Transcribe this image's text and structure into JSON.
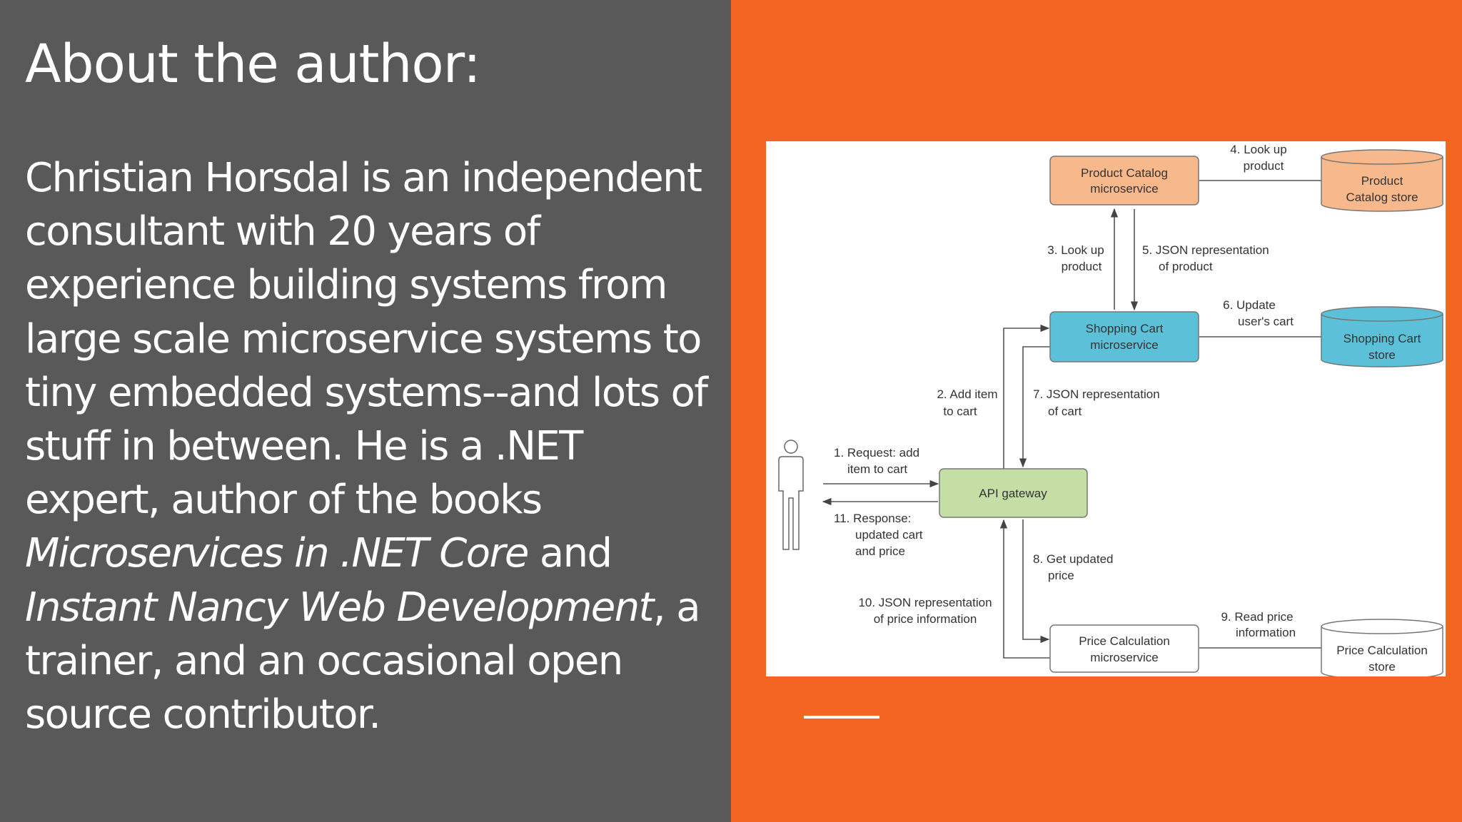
{
  "slide": {
    "title": "About the author:",
    "bio": {
      "part1": "Christian Horsdal is an independent consultant with 20 years of experience building systems from large scale microservice systems to tiny embedded systems--and lots of stuff in between. He is a .NET expert, author of the books ",
      "book1": "Microservices in .NET Core",
      "part2": " and ",
      "book2": "Instant Nancy Web Development",
      "part3": ", a trainer, and an occasional open source contributor."
    }
  },
  "colors": {
    "left_panel": "#595959",
    "right_panel": "#f46524",
    "catalog_fill": "#f7b98c",
    "cart_fill": "#5bc0d8",
    "gateway_fill": "#c5dea6",
    "plain_fill": "#ffffff"
  },
  "diagram": {
    "nodes": {
      "product_catalog": [
        "Product Catalog",
        "microservice"
      ],
      "product_catalog_store": [
        "Product",
        "Catalog store"
      ],
      "shopping_cart": [
        "Shopping Cart",
        "microservice"
      ],
      "shopping_cart_store": [
        "Shopping Cart",
        "store"
      ],
      "api_gateway": "API gateway",
      "price_calculation": [
        "Price Calculation",
        "microservice"
      ],
      "price_calculation_store": [
        "Price Calculation",
        "store"
      ]
    },
    "edges": {
      "e1": [
        "1. Request: add",
        "item to cart"
      ],
      "e2": [
        "2. Add item",
        "to cart"
      ],
      "e3": [
        "3. Look up",
        "product"
      ],
      "e4": [
        "4. Look up",
        "product"
      ],
      "e5": [
        "5. JSON representation",
        "of product"
      ],
      "e6": [
        "6. Update",
        "user's cart"
      ],
      "e7": [
        "7. JSON representation",
        "of cart"
      ],
      "e8": [
        "8. Get updated",
        "price"
      ],
      "e9": [
        "9. Read price",
        "information"
      ],
      "e10": [
        "10. JSON representation",
        "of price information"
      ],
      "e11": [
        "11. Response:",
        "updated cart",
        "and price"
      ]
    }
  }
}
